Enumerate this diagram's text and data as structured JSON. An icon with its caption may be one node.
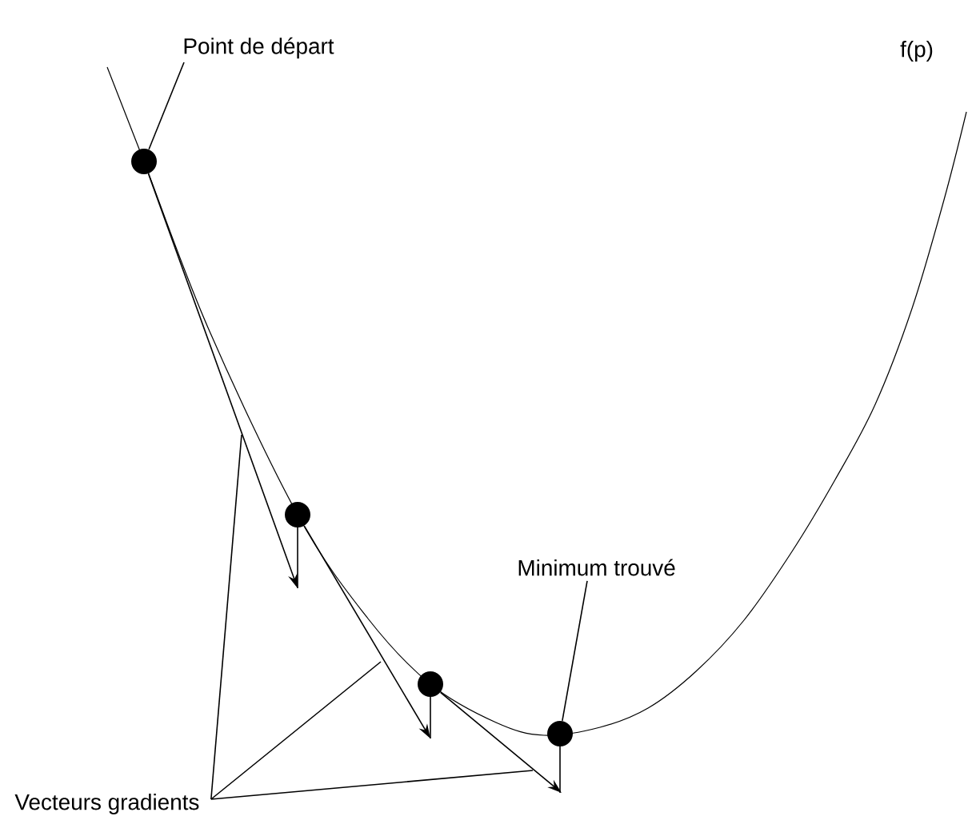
{
  "diagram": {
    "nodes": [
      {
        "text": [
          "Point de départ"
        ]
      },
      {
        "text": [],
        "shape": "circle"
      },
      {
        "text": [],
        "shape": "circle"
      },
      {
        "text": [],
        "shape": "circle"
      },
      {
        "text": [],
        "shape": "circle"
      },
      {
        "text": [
          "Minimum trouvé"
        ]
      },
      {
        "text": [
          "Vecteurs gradients"
        ]
      }
    ],
    "edges": [
      {
        "from": 0,
        "to": 1,
        "arrow": "none"
      },
      {
        "from": 1,
        "to": null,
        "arrow": "to"
      },
      {
        "from": 2,
        "to": null,
        "arrow": "to"
      },
      {
        "from": 3,
        "to": null,
        "arrow": "to"
      },
      {
        "from": 5,
        "to": 4,
        "arrow": "none"
      },
      {
        "from": 6,
        "to": null,
        "arrow": "none"
      },
      {
        "from": 6,
        "to": null,
        "arrow": "none"
      },
      {
        "from": 6,
        "to": null,
        "arrow": "none"
      }
    ],
    "labels": [
      "f(p)"
    ]
  }
}
